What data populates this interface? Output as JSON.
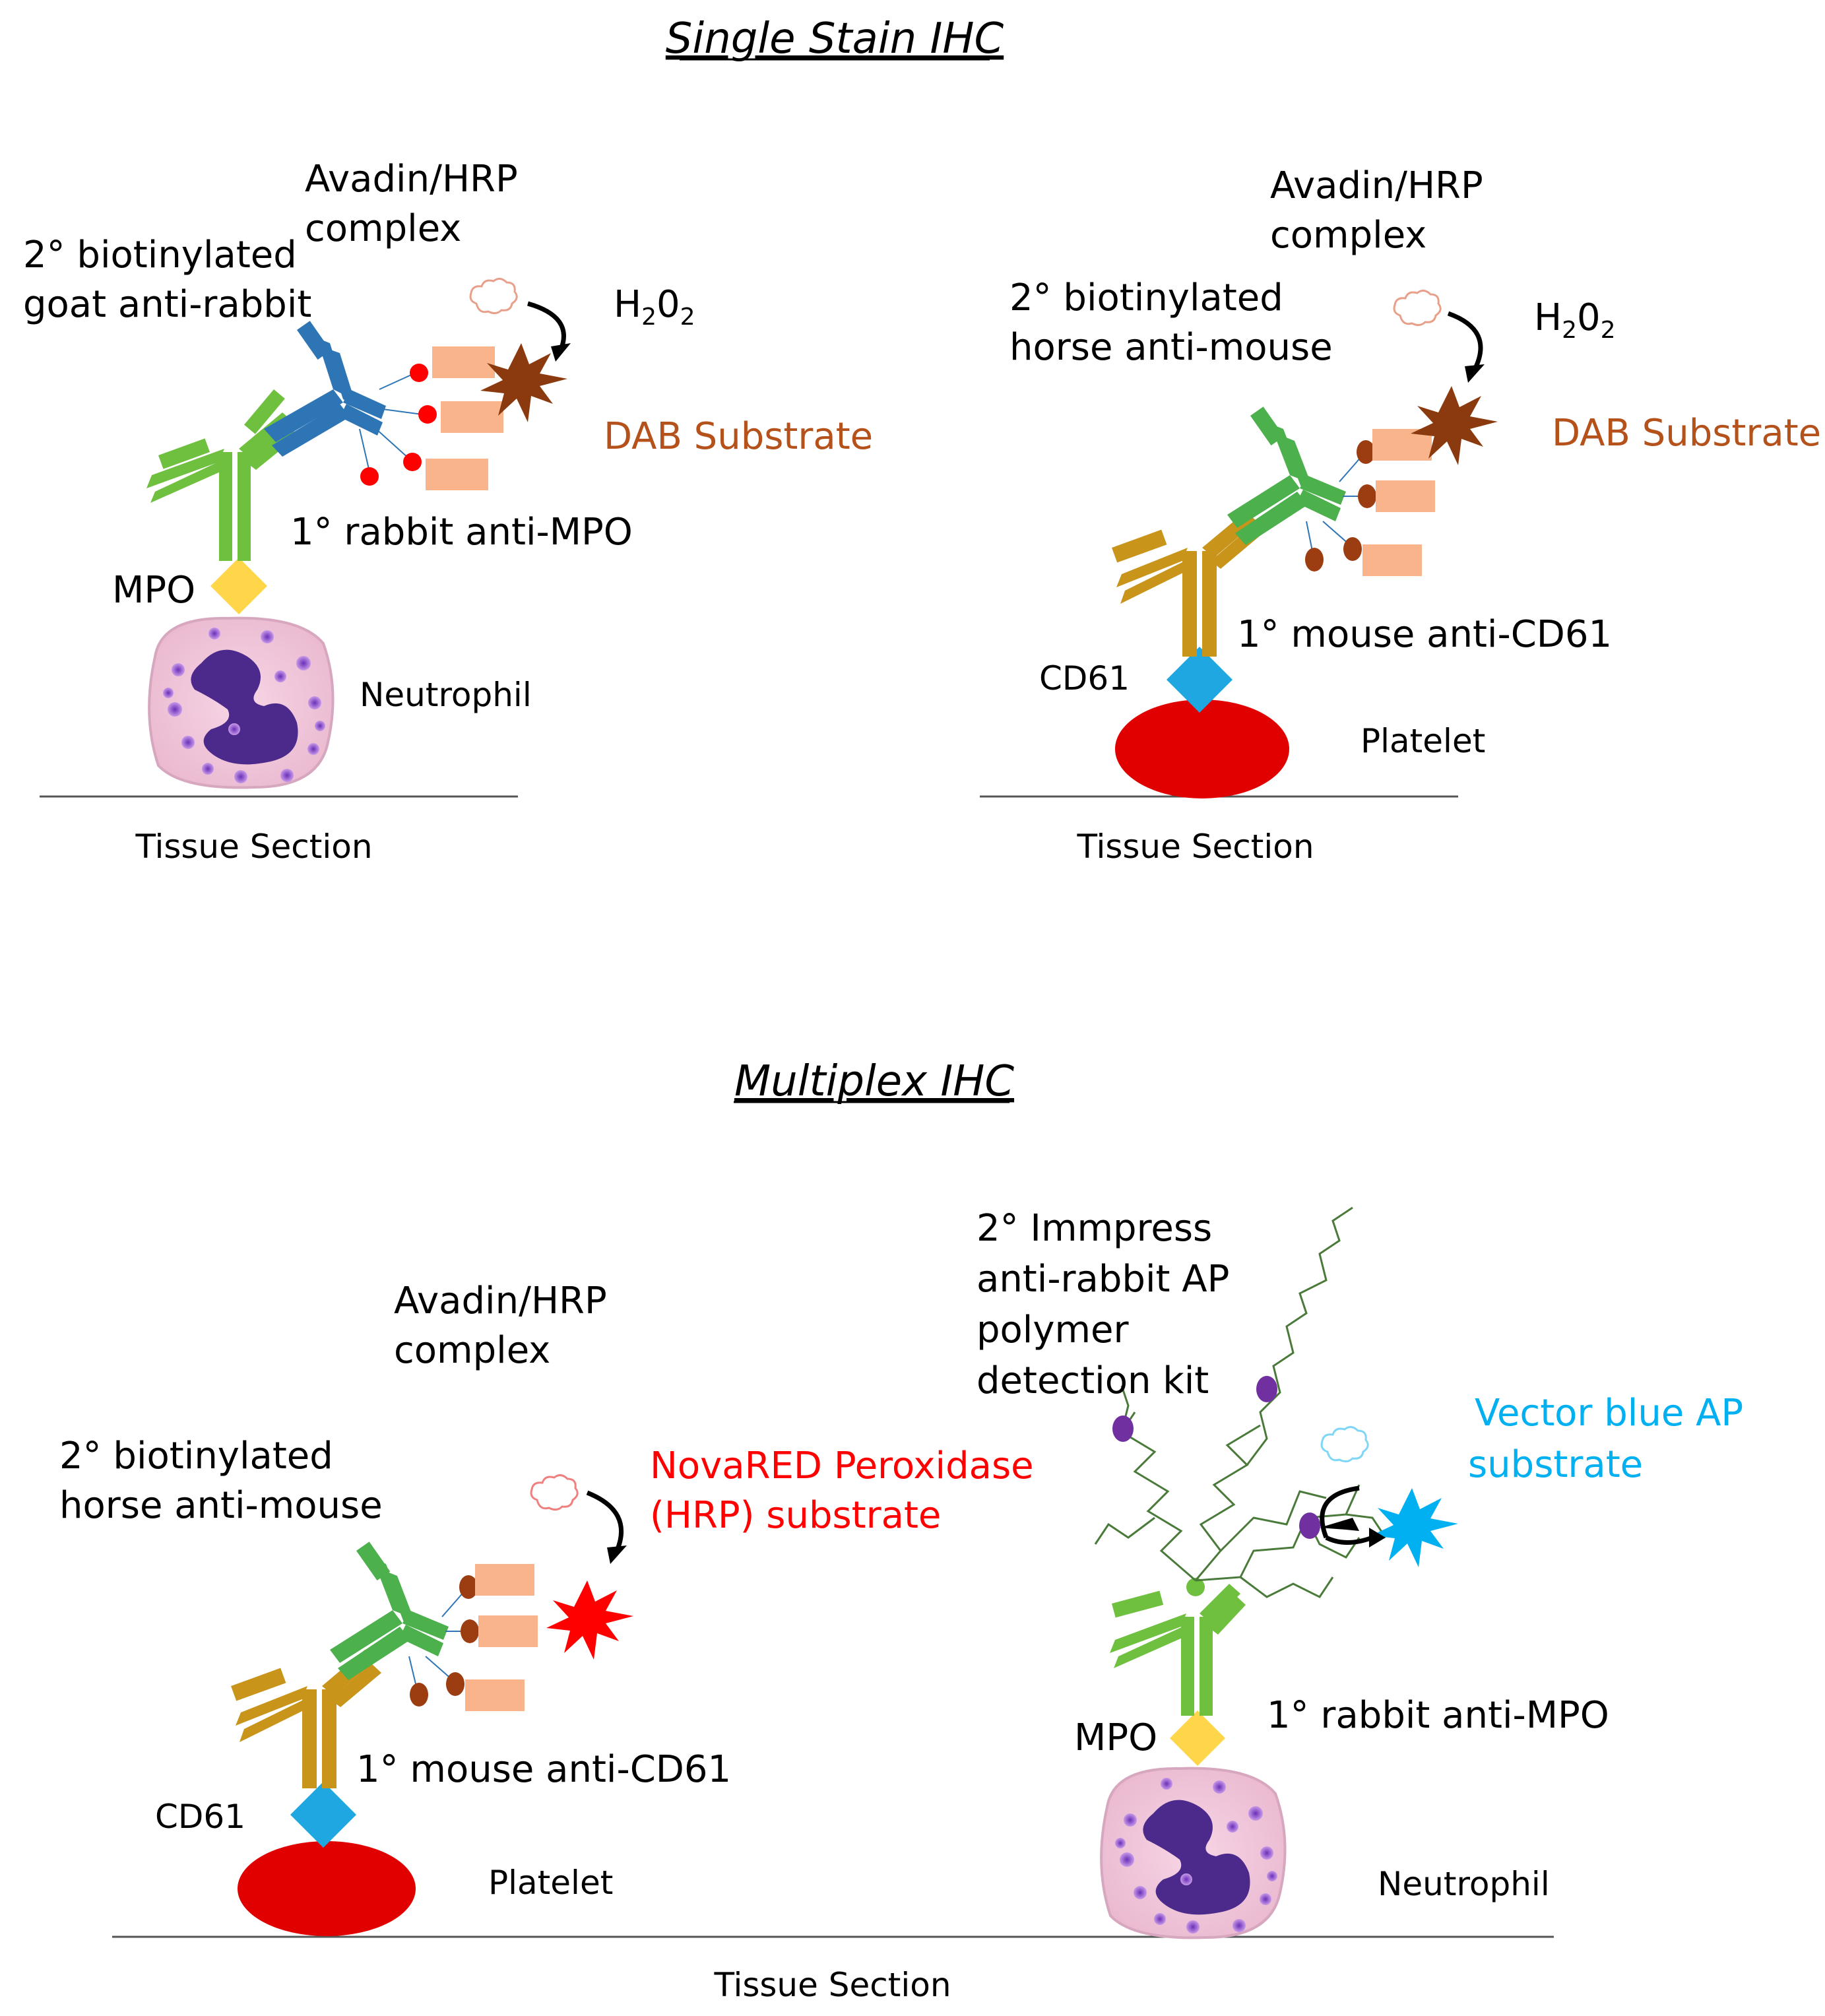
{
  "titles": {
    "single": "Single Stain IHC",
    "multiplex": "Multiplex IHC"
  },
  "single_left": {
    "avidin_line1": "Avadin/HRP",
    "avidin_line2": "complex",
    "secondary_line1": "2° biotinylated",
    "secondary_line2": "goat anti-rabbit",
    "h2o2_main": "H",
    "h2o2_sub1": "2",
    "h2o2_mid": "0",
    "h2o2_sub2": "2",
    "substrate": "DAB Substrate",
    "primary": "1° rabbit anti-MPO",
    "antigen": "MPO",
    "cell": "Neutrophil",
    "tissue": "Tissue Section"
  },
  "single_right": {
    "avidin_line1": "Avadin/HRP",
    "avidin_line2": "complex",
    "secondary_line1": "2° biotinylated",
    "secondary_line2": "horse anti-mouse",
    "h2o2_main": "H",
    "h2o2_sub1": "2",
    "h2o2_mid": "0",
    "h2o2_sub2": "2",
    "substrate": "DAB Substrate",
    "primary": "1° mouse anti-CD61",
    "antigen": "CD61",
    "cell": "Platelet",
    "tissue": "Tissue Section"
  },
  "multi_left": {
    "avidin_line1": "Avadin/HRP",
    "avidin_line2": "complex",
    "secondary_line1": "2° biotinylated",
    "secondary_line2": "horse anti-mouse",
    "substrate_line1": "NovaRED Peroxidase",
    "substrate_line2": "(HRP) substrate",
    "primary": "1° mouse anti-CD61",
    "antigen": "CD61",
    "cell": "Platelet"
  },
  "multi_right": {
    "kit_line1": "2° Immpress",
    "kit_line2": "anti-rabbit AP",
    "kit_line3": "polymer",
    "kit_line4": "detection kit",
    "substrate_line1": "Vector blue AP",
    "substrate_line2": "substrate",
    "primary": "1° rabbit anti-MPO",
    "antigen": "MPO",
    "cell": "Neutrophil"
  },
  "multi_tissue": "Tissue Section",
  "colors": {
    "dab": "#8b3a0f",
    "novared": "#ff0000",
    "vector_blue": "#00b0f0",
    "rabbit_ab": "#70c040",
    "goat_ab": "#2e75b6",
    "mouse_ab": "#c8941a",
    "horse_ab": "#4cb04c",
    "mpo": "#ffd54a",
    "cd61": "#1ea7e1",
    "platelet": "#e00000",
    "hrp_box": "#f9b48c",
    "biotin_red": "#ff0000",
    "biotin_brown": "#9b3d10",
    "ap_purple": "#7030a0",
    "polymer": "#4a7a3a"
  },
  "icons": [
    "antibody-icon",
    "neutrophil-icon",
    "platelet-icon",
    "hrp-enzyme-icon",
    "burst-icon",
    "cloud-icon",
    "curved-arrow-icon"
  ]
}
